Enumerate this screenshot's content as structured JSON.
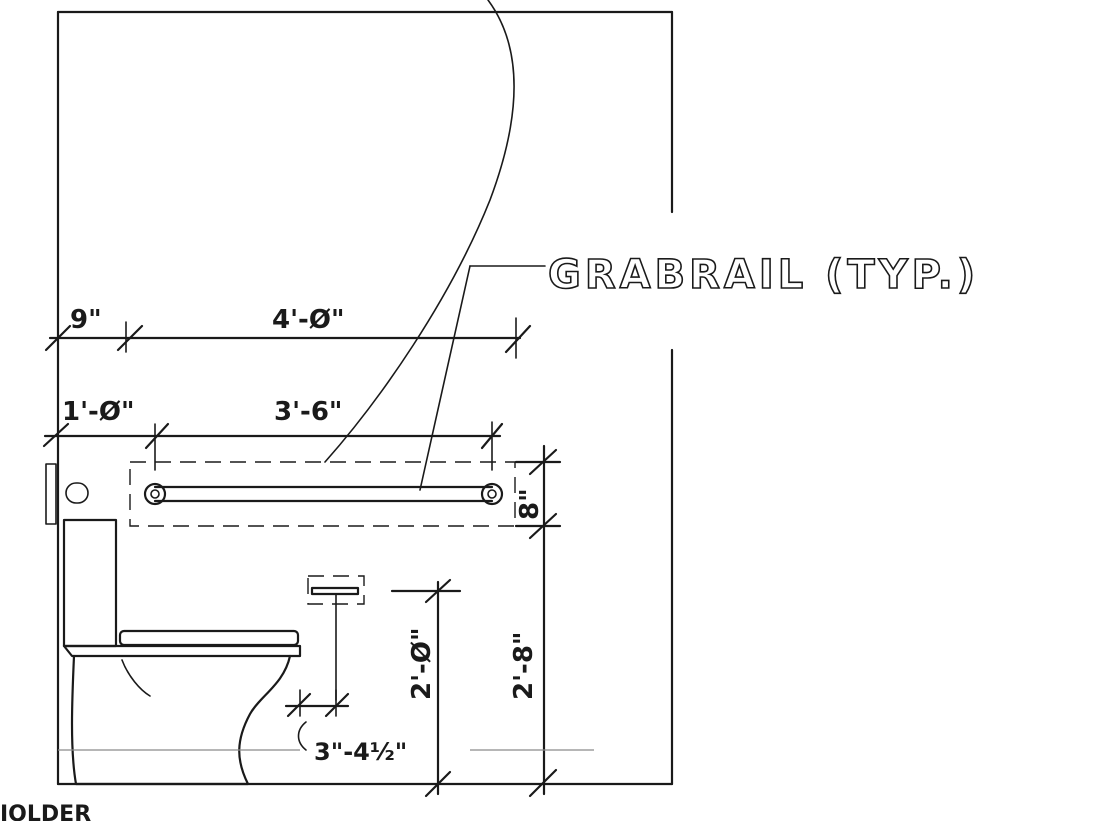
{
  "labels": {
    "grabrail": "GRABRAIL (TYP.)",
    "dim_9in": "9\"",
    "dim_4ft": "4'-Ø\"",
    "dim_1ft": "1'-Ø\"",
    "dim_3ft6": "3'-6\"",
    "dim_8in": "8\"",
    "dim_2ft": "2'-Ø\"",
    "dim_2ft8": "2'-8\"",
    "dim_3to4": "3\"-4½\"",
    "holder_partial": "IOLDER"
  },
  "colors": {
    "ink": "#1a1a1a",
    "guide": "#8a8a8a",
    "paper": "#ffffff"
  }
}
